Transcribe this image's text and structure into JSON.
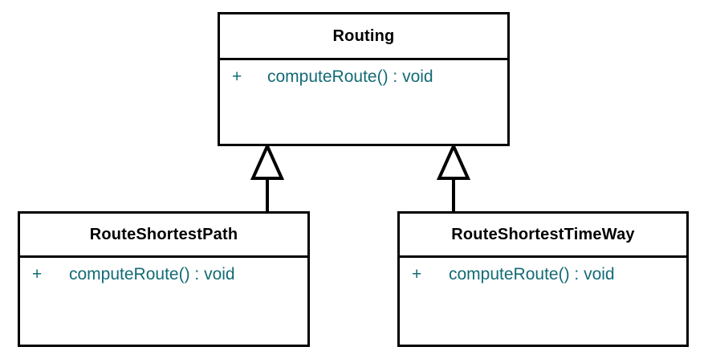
{
  "diagram": {
    "type": "uml-class-diagram",
    "background_color": "#ffffff",
    "border_color": "#000000",
    "name_text_color": "#000000",
    "member_text_color": "#136b75"
  },
  "classes": {
    "routing": {
      "name": "Routing",
      "members": [
        {
          "visibility": "+",
          "signature": "computeRoute() : void"
        }
      ]
    },
    "route_shortest_path": {
      "name": "RouteShortestPath",
      "members": [
        {
          "visibility": "+",
          "signature": "computeRoute() : void"
        }
      ]
    },
    "route_shortest_time_way": {
      "name": "RouteShortestTimeWay",
      "members": [
        {
          "visibility": "+",
          "signature": "computeRoute() : void"
        }
      ]
    }
  },
  "relationships": [
    {
      "kind": "generalization",
      "source": "route_shortest_path",
      "target": "routing",
      "label": ""
    },
    {
      "kind": "generalization",
      "source": "route_shortest_time_way",
      "target": "routing",
      "label": ""
    }
  ]
}
